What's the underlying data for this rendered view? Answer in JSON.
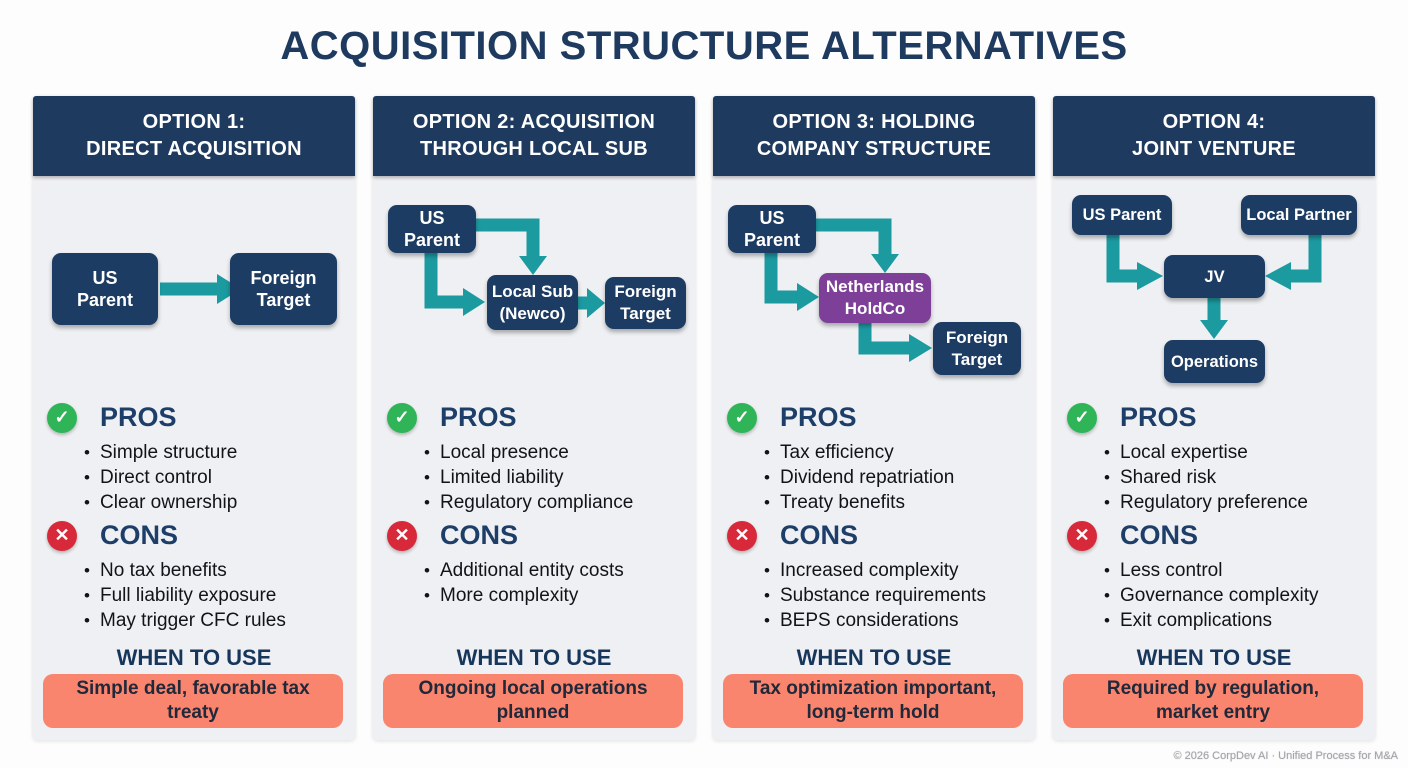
{
  "title": "ACQUISITION STRUCTURE ALTERNATIVES",
  "footer": "© 2026 CorpDev AI · Unified Process for M&A",
  "labels": {
    "pros": "PROS",
    "cons": "CONS",
    "when_to_use": "WHEN TO USE"
  },
  "icons": {
    "check": "✓",
    "cross": "✕"
  },
  "colors": {
    "navy_header": "#1e3a5f",
    "navy_node": "#1d3c63",
    "teal_arrow": "#1b9aa0",
    "purple_node": "#7d3f98",
    "salmon_box": "#f9856e",
    "green_icon": "#2fb457",
    "red_icon": "#d8293b",
    "column_bg": "#eff0f3"
  },
  "columns": [
    {
      "header_lines": [
        "OPTION 1:",
        "DIRECT ACQUISITION"
      ],
      "nodes": {
        "parent": [
          "US",
          "Parent"
        ],
        "target": [
          "Foreign",
          "Target"
        ]
      },
      "pros": [
        "Simple structure",
        "Direct control",
        "Clear ownership"
      ],
      "cons": [
        "No tax benefits",
        "Full liability exposure",
        "May trigger CFC rules"
      ],
      "when": "Simple deal, favorable tax treaty"
    },
    {
      "header_lines": [
        "OPTION 2: ACQUISITION",
        "THROUGH LOCAL SUB"
      ],
      "nodes": {
        "parent": [
          "US",
          "Parent"
        ],
        "sub": [
          "Local Sub",
          "(Newco)"
        ],
        "target": [
          "Foreign",
          "Target"
        ]
      },
      "pros": [
        "Local presence",
        "Limited liability",
        "Regulatory compliance"
      ],
      "cons": [
        "Additional entity costs",
        "More complexity"
      ],
      "when": "Ongoing local operations planned"
    },
    {
      "header_lines": [
        "OPTION 3: HOLDING",
        "COMPANY STRUCTURE"
      ],
      "nodes": {
        "parent": [
          "US",
          "Parent"
        ],
        "holdco": [
          "Netherlands",
          "HoldCo"
        ],
        "target": [
          "Foreign",
          "Target"
        ]
      },
      "pros": [
        "Tax efficiency",
        "Dividend repatriation",
        "Treaty benefits"
      ],
      "cons": [
        "Increased complexity",
        "Substance requirements",
        "BEPS considerations"
      ],
      "when": "Tax optimization important, long-term hold"
    },
    {
      "header_lines": [
        "OPTION 4:",
        "JOINT VENTURE"
      ],
      "nodes": {
        "parent": [
          "US Parent"
        ],
        "partner": [
          "Local Partner"
        ],
        "jv": [
          "JV"
        ],
        "ops": [
          "Operations"
        ]
      },
      "pros": [
        "Local expertise",
        "Shared risk",
        "Regulatory preference"
      ],
      "cons": [
        "Less control",
        "Governance complexity",
        "Exit complications"
      ],
      "when": "Required by regulation, market entry"
    }
  ]
}
